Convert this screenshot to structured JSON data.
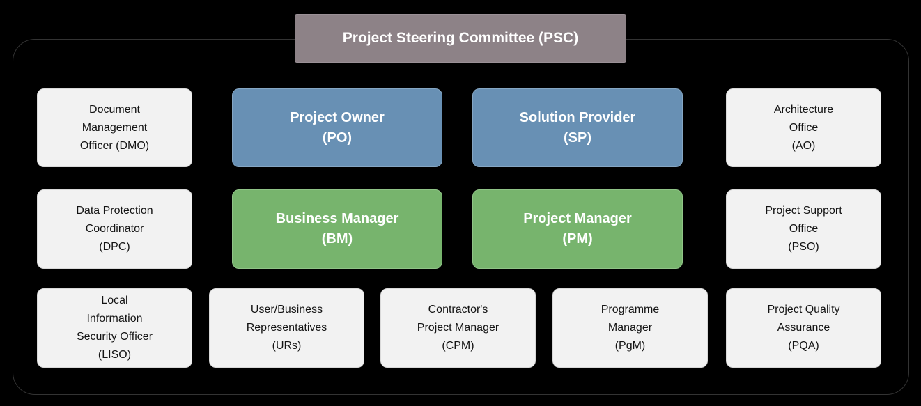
{
  "diagram": {
    "title": "Project Steering Committee (PSC)",
    "boxes": {
      "psc": {
        "label": "Project Steering Committee (PSC)",
        "abbr": "PSC",
        "color": "#8D8287"
      },
      "dmo": {
        "label": "Document\nManagement\nOfficer (DMO)",
        "abbr": "DMO",
        "color": "#F2F2F2"
      },
      "po": {
        "label": "Project Owner\n(PO)",
        "abbr": "PO",
        "color": "#6890B4"
      },
      "sp": {
        "label": "Solution Provider\n(SP)",
        "abbr": "SP",
        "color": "#6890B4"
      },
      "ao": {
        "label": "Architecture\nOffice\n(AO)",
        "abbr": "AO",
        "color": "#F2F2F2"
      },
      "dpc": {
        "label": "Data Protection\nCoordinator\n(DPC)",
        "abbr": "DPC",
        "color": "#F2F2F2"
      },
      "bm": {
        "label": "Business Manager\n(BM)",
        "abbr": "BM",
        "color": "#77B46D"
      },
      "pm": {
        "label": "Project Manager\n(PM)",
        "abbr": "PM",
        "color": "#77B46D"
      },
      "pso": {
        "label": "Project Support\nOffice\n(PSO)",
        "abbr": "PSO",
        "color": "#F2F2F2"
      },
      "liso": {
        "label": "Local\nInformation\nSecurity Officer\n(LISO)",
        "abbr": "LISO",
        "color": "#F2F2F2"
      },
      "urs": {
        "label": "User/Business\nRepresentatives\n(URs)",
        "abbr": "URs",
        "color": "#F2F2F2"
      },
      "cpm": {
        "label": "Contractor's\nProject Manager\n(CPM)",
        "abbr": "CPM",
        "color": "#F2F2F2"
      },
      "pgm": {
        "label": "Programme\nManager\n(PgM)",
        "abbr": "PgM",
        "color": "#F2F2F2"
      },
      "pqa": {
        "label": "Project Quality\nAssurance\n(PQA)",
        "abbr": "PQA",
        "color": "#F2F2F2"
      }
    },
    "colors": {
      "background": "#000000",
      "frame_border": "#333333",
      "committee_bg": "#8D8287",
      "blue_role_bg": "#6890B4",
      "green_role_bg": "#77B46D",
      "neutral_role_bg": "#F2F2F2",
      "text_light": "#FFFFFF",
      "text_dark": "#141414"
    }
  }
}
